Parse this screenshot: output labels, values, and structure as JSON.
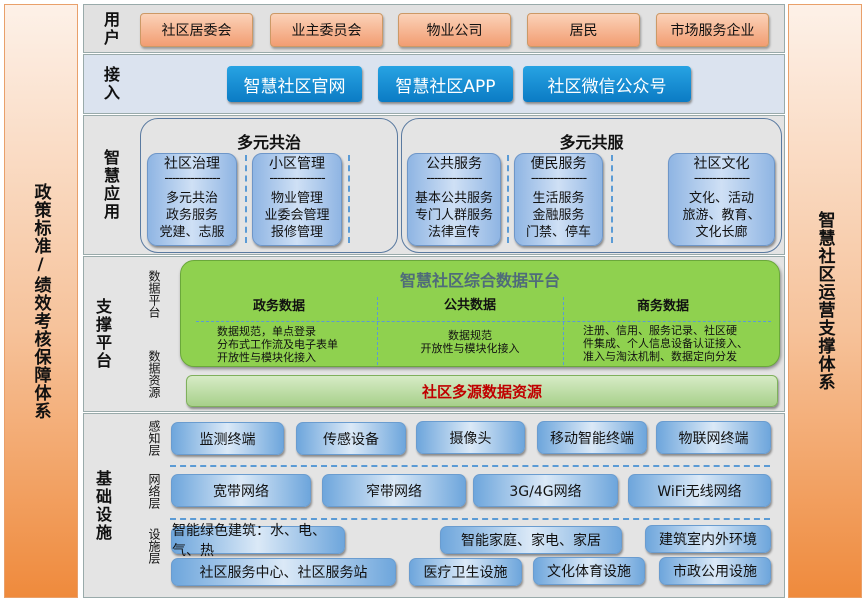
{
  "left_bar": "政策标准/绩效考核保障体系",
  "right_bar": "智慧社区运营支撑体系",
  "rows": {
    "users": "用户",
    "access": "接入",
    "apps": "智慧应用",
    "support": "支撑平台",
    "infra": "基础设施"
  },
  "users": [
    "社区居委会",
    "业主委员会",
    "物业公司",
    "居民",
    "市场服务企业"
  ],
  "access": [
    "智慧社区官网",
    "智慧社区APP",
    "社区微信公众号"
  ],
  "apps": {
    "governance": {
      "title": "多元共治",
      "cards": [
        {
          "title": "社区治理",
          "divider": "---------------",
          "lines": [
            "多元共治",
            "政务服务",
            "党建、志服"
          ]
        },
        {
          "title": "小区管理",
          "divider": "---------------",
          "lines": [
            "物业管理",
            "业委会管理",
            "报修管理"
          ]
        }
      ]
    },
    "service": {
      "title": "多元共服",
      "cards": [
        {
          "title": "公共服务",
          "divider": "---------------",
          "lines": [
            "基本公共服务",
            "专门人群服务",
            "法律宣传"
          ]
        },
        {
          "title": "便民服务",
          "divider": "---------------",
          "lines": [
            "生活服务",
            "金融服务",
            "门禁、停车"
          ]
        },
        {
          "title": "社区文化",
          "divider": "---------------",
          "lines": [
            "文化、活动",
            "旅游、教育、",
            "文化长廊"
          ]
        }
      ]
    }
  },
  "support": {
    "sub_platform": "数据平台",
    "sub_resource": "数据资源",
    "platform_title": "智慧社区综合数据平台",
    "columns": [
      {
        "title": "政务数据",
        "lines": [
          "数据规范，单点登录",
          "分布式工作流及电子表单",
          "开放性与模块化接入"
        ]
      },
      {
        "title": "公共数据",
        "lines": [
          "数据规范",
          "开放性与模块化接入"
        ]
      },
      {
        "title": "商务数据",
        "lines": [
          "注册、信用、服务记录、社区硬",
          "件集成、个人信息设备认证接入、",
          "准入与淘汰机制、数据定向分发"
        ]
      }
    ],
    "resource": "社区多源数据资源"
  },
  "infra": {
    "sub_sense": "感知层",
    "sub_net": "网络层",
    "sub_fac": "设施层",
    "sense": [
      "监测终端",
      "传感设备",
      "摄像头",
      "移动智能终端",
      "物联网终端"
    ],
    "net": [
      "宽带网络",
      "窄带网络",
      "3G/4G网络",
      "WiFi无线网络"
    ],
    "fac1": [
      "智能绿色建筑：水、电、气、热",
      "智能家庭、家电、家居",
      "建筑室内外环境"
    ],
    "fac2": [
      "社区服务中心、社区服务站",
      "医疗卫生设施",
      "文化体育设施",
      "市政公用设施"
    ]
  }
}
